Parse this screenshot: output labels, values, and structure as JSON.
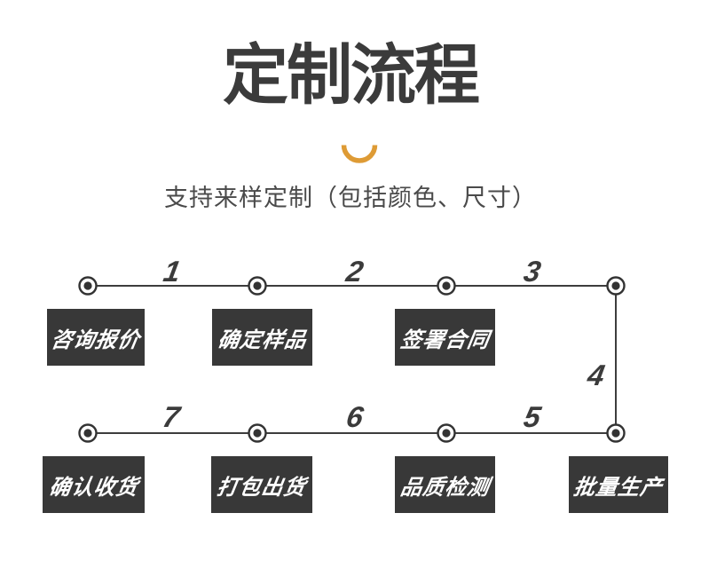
{
  "header": {
    "title": "定制流程",
    "subtitle": "支持来样定制（包括颜色、尺寸）",
    "divider_icon": "smile-arc-icon",
    "accent_color": "#DE9B35",
    "title_color": "#3B3B3B",
    "subtitle_color": "#4A4A4A"
  },
  "diagram": {
    "line_color": "#3D3D3D",
    "node_color": "#333333",
    "box_bg_color": "#383838",
    "box_text_color": "#FFFFFF",
    "segment_numbers": [
      "1",
      "2",
      "3",
      "4",
      "5",
      "6",
      "7"
    ],
    "boxes_top": [
      "咨询报价",
      "确定样品",
      "签署合同"
    ],
    "boxes_bottom": [
      "确认收货",
      "打包出货",
      "品质检测",
      "批量生产"
    ]
  }
}
